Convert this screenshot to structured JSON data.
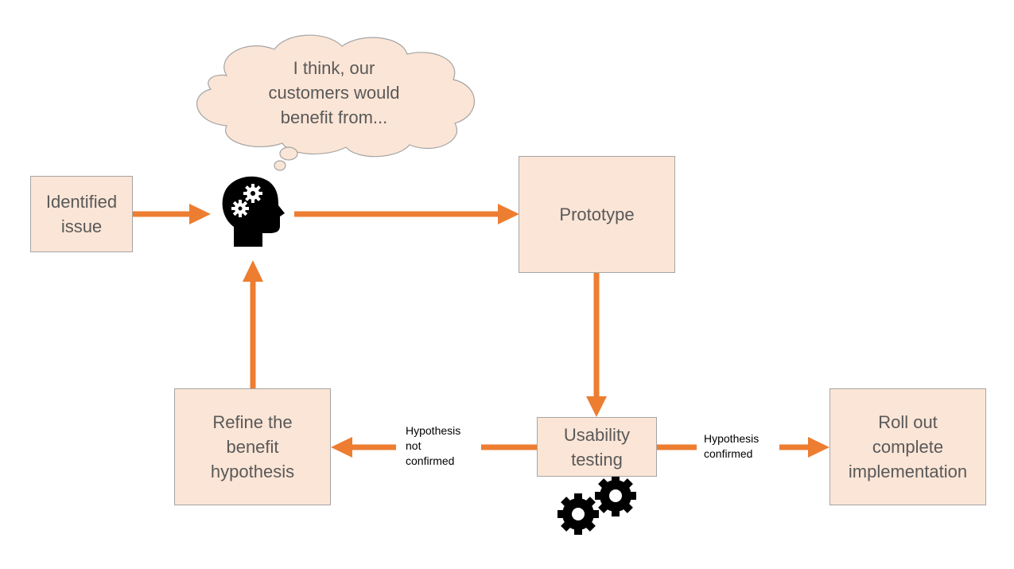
{
  "colors": {
    "arrow": "#ed7d31",
    "box_fill": "#fbe5d6",
    "box_border": "#a5a5a5",
    "box_text": "#595959",
    "icon": "#000000"
  },
  "nodes": {
    "identified_issue": [
      "Identified",
      "issue"
    ],
    "prototype": [
      "Prototype"
    ],
    "usability_testing": [
      "Usability",
      "testing"
    ],
    "refine": [
      "Refine the",
      "benefit",
      "hypothesis"
    ],
    "rollout": [
      "Roll out",
      "complete",
      "implementation"
    ]
  },
  "thought": [
    "I think, our",
    "customers would",
    "benefit from..."
  ],
  "edge_labels": {
    "not_confirmed": [
      "Hypothesis",
      "not",
      "confirmed"
    ],
    "confirmed": [
      "Hypothesis",
      "confirmed"
    ]
  },
  "icons": {
    "head": "head-with-gears-icon",
    "gears": "gears-icon"
  }
}
